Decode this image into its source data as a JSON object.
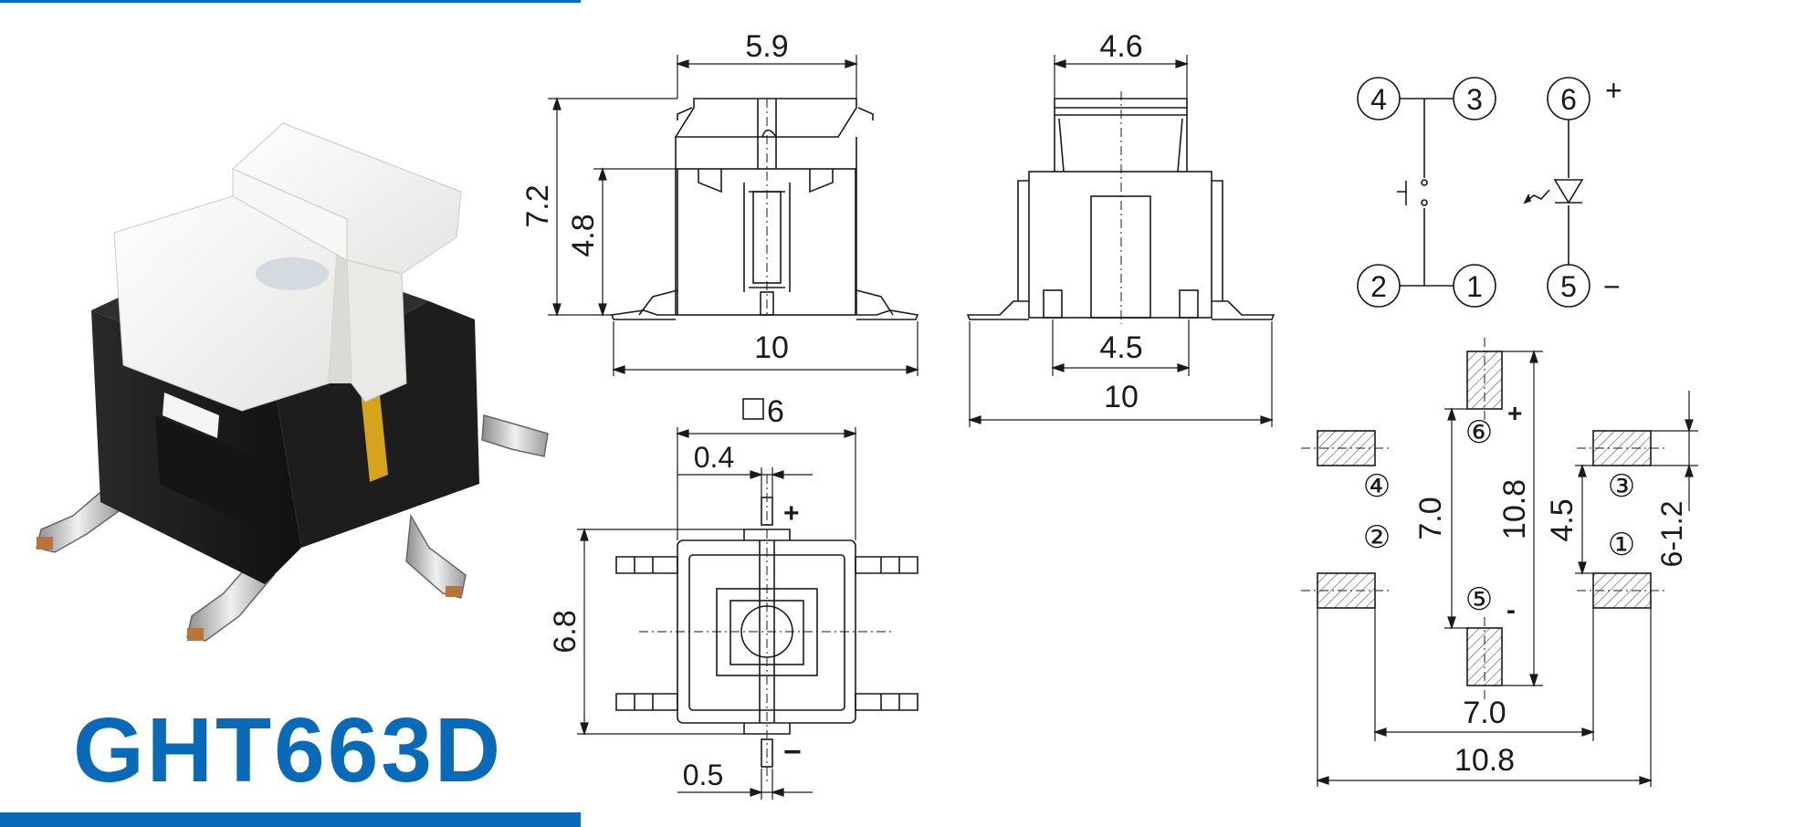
{
  "product": {
    "model": "GHT663D"
  },
  "brand_color": "#0a6ab7",
  "front_view": {
    "top_width": "5.9",
    "overall_height": "7.2",
    "body_height": "4.8",
    "lead_span": "10"
  },
  "side_view": {
    "top_width": "4.6",
    "pin_pitch": "4.5",
    "lead_span": "10"
  },
  "top_view": {
    "body_square": "6",
    "stem_width": "0.4",
    "body_depth": "6.8",
    "lead_width": "0.5",
    "plus": "+",
    "minus": "−"
  },
  "schematic": {
    "pins": [
      "4",
      "3",
      "2",
      "1",
      "6",
      "5"
    ],
    "plus": "+",
    "minus": "−"
  },
  "pcb_layout": {
    "pad_labels": [
      "⑥",
      "④",
      "③",
      "②",
      "①",
      "⑤"
    ],
    "dims": {
      "inner_pitch": "7.0",
      "outer_span": "10.8",
      "pad_gap": "4.5",
      "pad_size": "6-1.2",
      "bottom_inner": "7.0",
      "bottom_outer": "10.8"
    },
    "plus": "+",
    "minus": "-"
  }
}
